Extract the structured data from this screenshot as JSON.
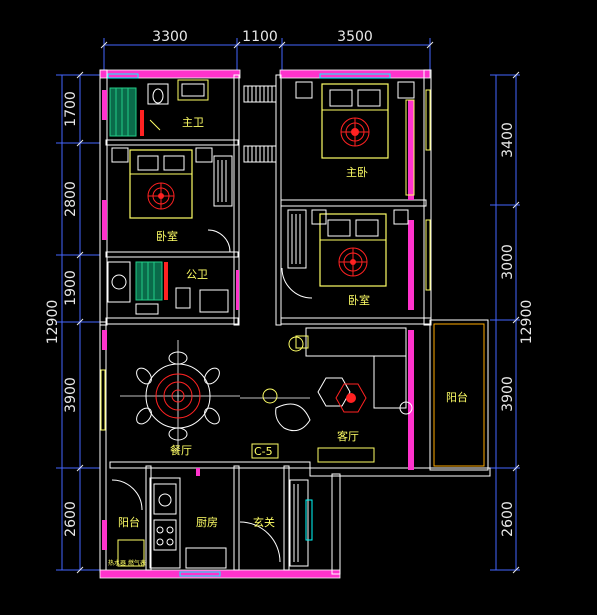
{
  "dimensions": {
    "top": [
      "3300",
      "1100",
      "3500"
    ],
    "left": [
      "1700",
      "2800",
      "1900",
      "3900",
      "2600"
    ],
    "left_total": "12900",
    "right": [
      "3400",
      "3000",
      "3900",
      "2600"
    ],
    "right_total": "12900"
  },
  "rooms": {
    "master_bath": "主卫",
    "master_bedroom": "主卧",
    "bedroom_left": "卧室",
    "public_bath": "公卫",
    "bedroom_right": "卧室",
    "dining": "餐厅",
    "living": "客厅",
    "balcony_right": "阳台",
    "balcony_left": "阳台",
    "kitchen": "厨房",
    "entry": "玄关"
  },
  "unit_tag": "C-5",
  "small_note": "热水器 燃气表",
  "colors": {
    "background": "#000000",
    "wall": "#ff33cc",
    "outline": "#ffffff",
    "furniture": "#ffff66",
    "red": "#ff2222",
    "green": "#22cc88",
    "cyan": "#00ffff",
    "dimension_line": "#4466ff"
  }
}
